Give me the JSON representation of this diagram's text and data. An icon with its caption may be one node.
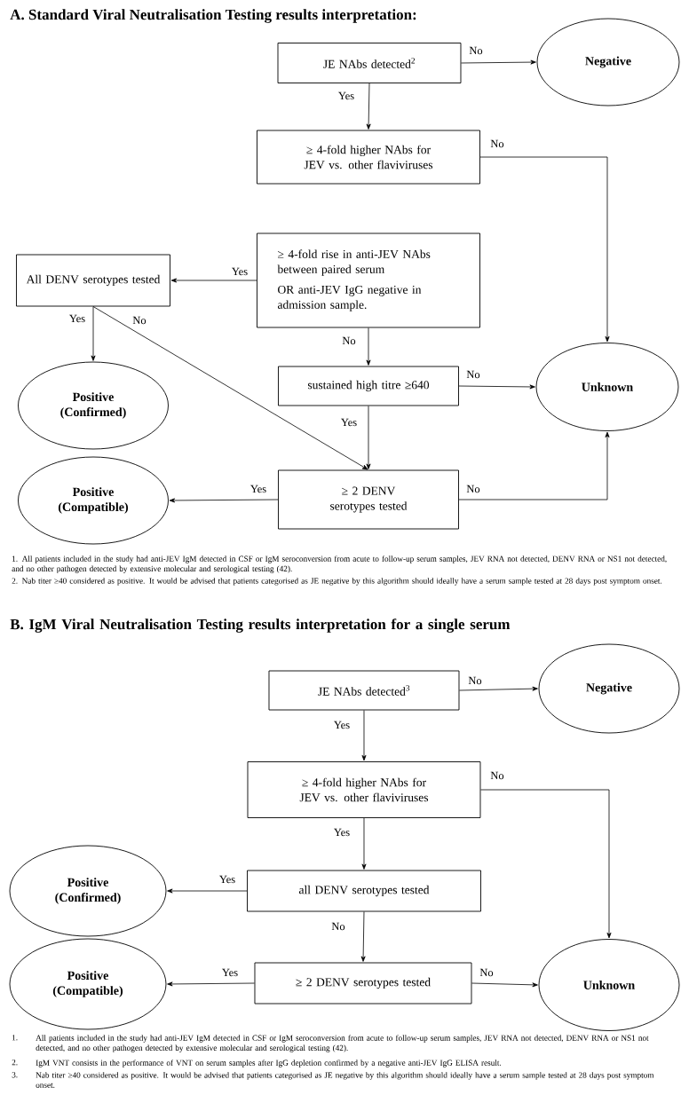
{
  "diagram": {
    "title": "A. Standard Viral Neutralisation Testing results interpretation:",
    "nodes": [
      {
        "text": [
          "JE NAbs detected$^{2}$"
        ]
      },
      {
        "text": [
          "Negative"
        ]
      },
      {
        "text": [
          "≥ 4-fold higher NAbs for JEV vs. other flaviviruses"
        ]
      },
      {
        "text": [
          "≥ 4-fold rise in anti-JEV NAbs between paired serum",
          "OR anti-JEV IgG negative in admission sample."
        ]
      },
      {
        "text": [
          "All DENV serotypes tested"
        ]
      },
      {
        "text": [
          "Positive (Confirmed)"
        ]
      },
      {
        "text": [
          "sustained high titre ≥640"
        ]
      },
      {
        "text": [
          "Unknown"
        ]
      },
      {
        "text": [
          "≥ 2 DENV serotypes tested"
        ]
      },
      {
        "text": [
          "Positive (Compatible)"
        ]
      },
      {
        "text": [
          "JE NAbs detected$^{3}$"
        ]
      },
      {
        "text": [
          "Negative"
        ]
      },
      {
        "text": [
          "≥ 4-fold higher NAbs for JEV vs. other flaviviruses"
        ]
      },
      {
        "text": [
          "all DENV serotypes tested"
        ]
      },
      {
        "text": [
          "Positive (Confirmed)"
        ]
      },
      {
        "text": [
          "≥ 2 DENV serotypes tested"
        ]
      },
      {
        "text": [
          "Positive (Compatible)"
        ]
      },
      {
        "text": [
          "Unknown"
        ]
      }
    ],
    "edges": [
      {
        "from": 0,
        "to": 1,
        "arrow": "to",
        "label": "No"
      },
      {
        "from": 0,
        "to": 2,
        "arrow": "to",
        "label": "Yes"
      },
      {
        "from": 2,
        "to": 7,
        "arrow": "to",
        "label": "No"
      },
      {
        "from": 3,
        "to": 4,
        "arrow": "to",
        "label": "Yes"
      },
      {
        "from": 3,
        "to": 6,
        "arrow": "to",
        "label": "No"
      },
      {
        "from": 4,
        "to": 5,
        "arrow": "to",
        "label": "Yes"
      },
      {
        "from": 4,
        "to": 8,
        "arrow": "to",
        "label": "No"
      },
      {
        "from": 6,
        "to": 7,
        "arrow": "to",
        "label": "No"
      },
      {
        "from": 6,
        "to": 8,
        "arrow": "to",
        "label": "Yes"
      },
      {
        "from": 8,
        "to": 9,
        "arrow": "to",
        "label": "Yes"
      },
      {
        "from": 8,
        "to": 7,
        "arrow": "to",
        "label": "No"
      },
      {
        "from": 10,
        "to": 11,
        "arrow": "to",
        "label": "No"
      },
      {
        "from": 10,
        "to": 12,
        "arrow": "to",
        "label": "Yes"
      },
      {
        "from": 12,
        "to": 17,
        "arrow": "to",
        "label": "No"
      },
      {
        "from": 12,
        "to": 13,
        "arrow": "to",
        "label": "Yes"
      },
      {
        "from": 13,
        "to": 14,
        "arrow": "to",
        "label": "Yes"
      },
      {
        "from": 13,
        "to": 15,
        "arrow": "to",
        "label": "No"
      },
      {
        "from": 15,
        "to": 16,
        "arrow": "to",
        "label": "Yes"
      },
      {
        "from": 15,
        "to": 17,
        "arrow": "to",
        "label": "No"
      }
    ],
    "labels": [
      "1. All patients included in the study had anti-JEV IgM detected in CSF or IgM seroconversion from acute to follow-up serum samples, JEV RNA not detected, DENV RNA or NS1 not detected, and no other pathogen detected by extensive molecular and serological testing (42).",
      "2. Nab titer ≥40 considered as positive. It would be advised that patients categorised as JE negative by this algorithm should ideally have a serum sample tested at 28 days post symptom onset.",
      "B. IgM Viral Neutralisation Testing results interpretation for a single serum",
      "1.",
      "All patients included in the study had anti-JEV IgM detected in CSF or IgM seroconversion from acute to follow-up serum samples, JEV RNA not detected, DENV RNA or NS1 not detected, and no other pathogen detected by extensive molecular and serological testing (42).",
      "2.",
      "IgM VNT consists in the performance of VNT on serum samples after IgG depletion confirmed by a negative anti-JEV IgG ELISA result.",
      "3.",
      "Nab titer ≥40 considered as positive. It would be advised that patients categorised as JE negative by this algorithm should ideally have a serum sample tested at 28 days post symptom onset."
    ]
  }
}
